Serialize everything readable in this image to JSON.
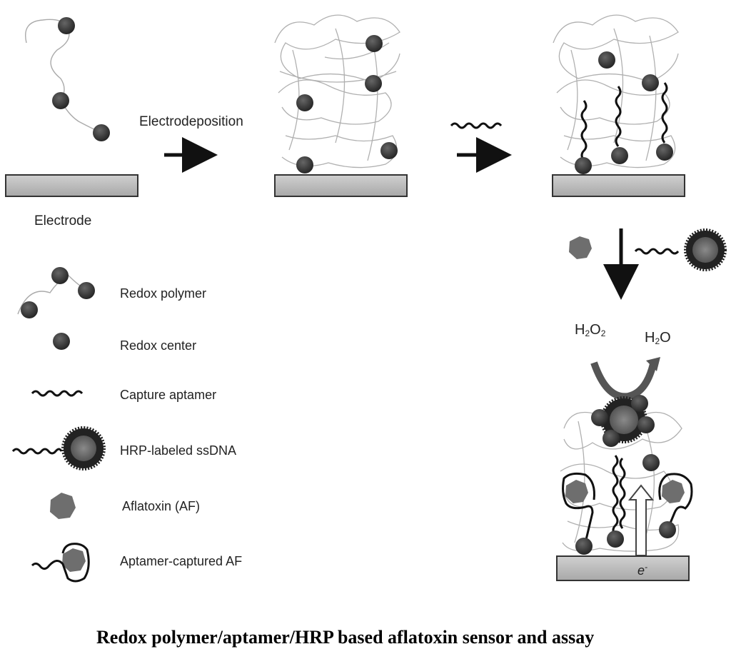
{
  "labels": {
    "electrodeposition": "Electrodeposition",
    "electrode": "Electrode",
    "h2o2": {
      "base": "H",
      "sub1": "2",
      "mid": "O",
      "sub2": "2"
    },
    "h2o": {
      "base": "H",
      "sub1": "2",
      "tail": "O"
    },
    "electron": {
      "base": "e",
      "sup": "-"
    }
  },
  "legend": [
    {
      "icon": "redox-polymer-icon",
      "label": "Redox polymer"
    },
    {
      "icon": "redox-center-icon",
      "label": "Redox center"
    },
    {
      "icon": "capture-aptamer-icon",
      "label": "Capture aptamer"
    },
    {
      "icon": "hrp-labeled-ssdna-icon",
      "label": "HRP-labeled ssDNA"
    },
    {
      "icon": "aflatoxin-icon",
      "label": "Aflatoxin (AF)"
    },
    {
      "icon": "aptamer-captured-af-icon",
      "label": "Aptamer-captured AF"
    }
  ],
  "caption": "Redox polymer/aptamer/HRP based aflatoxin sensor and assay",
  "colors": {
    "redox_center": "#3a3a3a",
    "polymer_strand": "#aaaaaa",
    "electrode_fill": "#bbbbbb",
    "aflatoxin": "#6e6e6e",
    "arrow": "#111111"
  }
}
